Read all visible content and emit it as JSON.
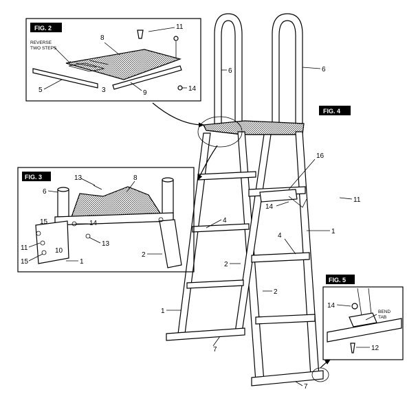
{
  "figures": {
    "fig2": "FIG. 2",
    "fig3": "FIG. 3",
    "fig4": "FIG. 4",
    "fig5": "FIG. 5"
  },
  "notes": {
    "reverse_two_steps_1": "REVERSE",
    "reverse_two_steps_2": "TWO STEPS",
    "bend_tab_1": "BEND",
    "bend_tab_2": "TAB"
  },
  "callouts": {
    "fig2_8": "8",
    "fig2_11": "11",
    "fig2_5": "5",
    "fig2_3": "3",
    "fig2_9": "9",
    "fig2_14": "14",
    "fig3_6": "6",
    "fig3_13a": "13",
    "fig3_8": "8",
    "fig3_15a": "15",
    "fig3_14": "14",
    "fig3_11": "11",
    "fig3_10": "10",
    "fig3_13b": "13",
    "fig3_15b": "15",
    "fig3_1": "1",
    "fig3_2": "2",
    "main_6a": "6",
    "main_6b": "6",
    "main_16": "16",
    "main_11": "11",
    "main_14": "14",
    "main_4a": "4",
    "main_4b": "4",
    "main_1a": "1",
    "main_2a": "2",
    "main_2b": "2",
    "main_1b": "1",
    "main_7a": "7",
    "main_7b": "7",
    "fig5_14": "14",
    "fig5_12": "12"
  },
  "colors": {
    "ink": "#000000",
    "paper": "#ffffff"
  }
}
